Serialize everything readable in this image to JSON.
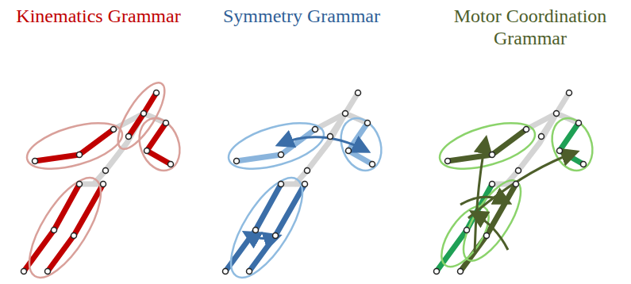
{
  "diagram": {
    "labels": [
      "Kinematics Grammar",
      "Symmetry Grammar",
      "Motor Coordination Grammar"
    ]
  }
}
